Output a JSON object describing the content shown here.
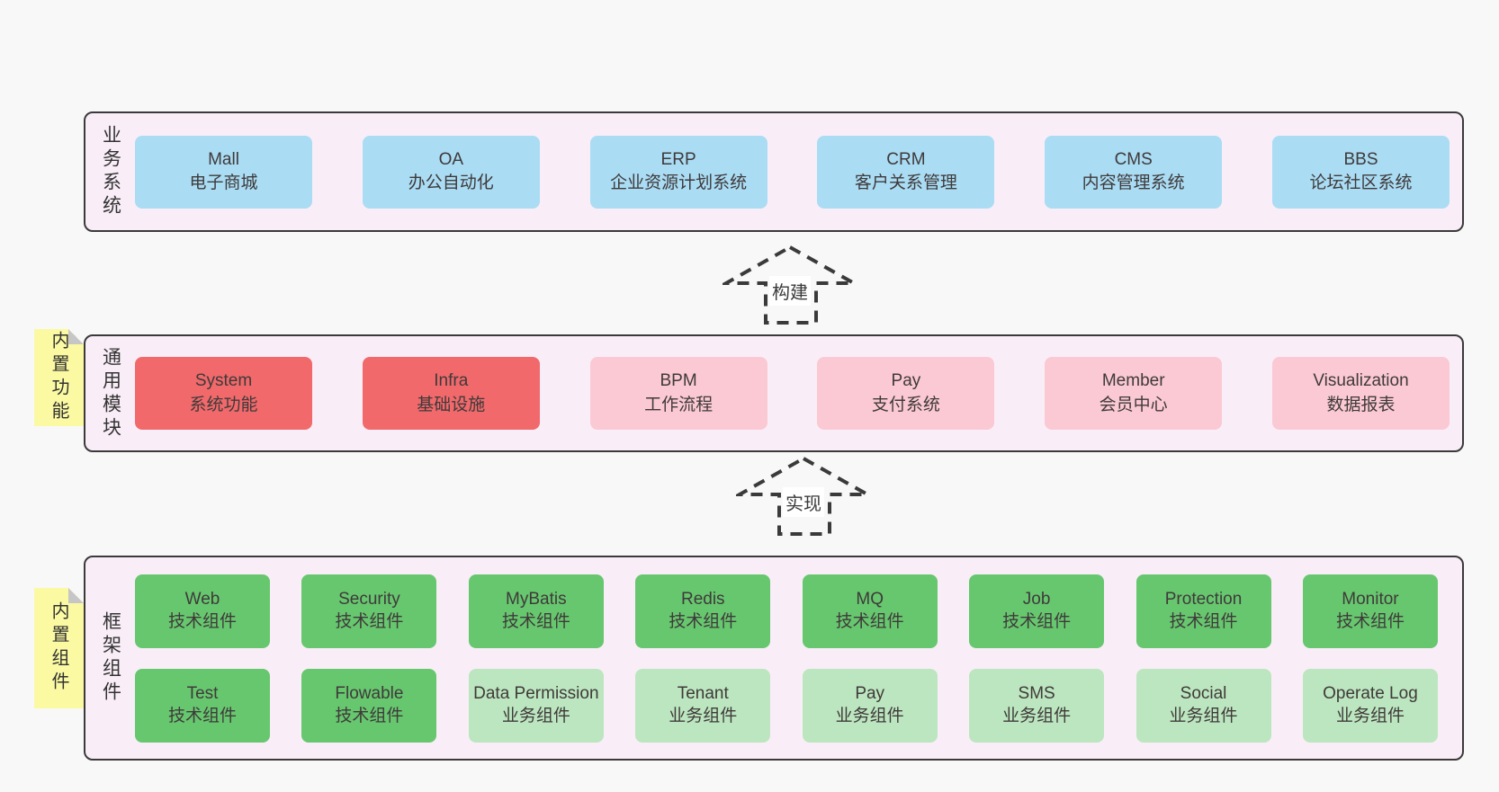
{
  "colors": {
    "page_background": "#f8f8f8",
    "band_background": "#f9eef7",
    "band_border": "#3a3a3a",
    "blue_box": "#aadcf4",
    "red_box": "#f1696b",
    "pink_box": "#fbc9d3",
    "dark_green_box": "#67c76f",
    "light_green_box": "#bce6bf",
    "note_yellow": "#fbfaa3",
    "fold_gray": "#c6c6c6",
    "arrow_label_background": "#ffffff",
    "text": "#3f3a3a"
  },
  "bands": [
    {
      "label": "业务系统",
      "boxes": [
        {
          "name": "Mall",
          "desc": "电子商城"
        },
        {
          "name": "OA",
          "desc": "办公自动化"
        },
        {
          "name": "ERP",
          "desc": "企业资源计划系统"
        },
        {
          "name": "CRM",
          "desc": "客户关系管理"
        },
        {
          "name": "CMS",
          "desc": "内容管理系统"
        },
        {
          "name": "BBS",
          "desc": "论坛社区系统"
        }
      ]
    },
    {
      "label": "通用模块",
      "boxes": [
        {
          "name": "System",
          "desc": "系统功能"
        },
        {
          "name": "Infra",
          "desc": "基础设施"
        },
        {
          "name": "BPM",
          "desc": "工作流程"
        },
        {
          "name": "Pay",
          "desc": "支付系统"
        },
        {
          "name": "Member",
          "desc": "会员中心"
        },
        {
          "name": "Visualization",
          "desc": "数据报表"
        }
      ]
    },
    {
      "label": "框架组件",
      "boxes": [
        {
          "name": "Web",
          "desc": "技术组件"
        },
        {
          "name": "Security",
          "desc": "技术组件"
        },
        {
          "name": "MyBatis",
          "desc": "技术组件"
        },
        {
          "name": "Redis",
          "desc": "技术组件"
        },
        {
          "name": "MQ",
          "desc": "技术组件"
        },
        {
          "name": "Job",
          "desc": "技术组件"
        },
        {
          "name": "Protection",
          "desc": "技术组件"
        },
        {
          "name": "Monitor",
          "desc": "技术组件"
        },
        {
          "name": "Test",
          "desc": "技术组件"
        },
        {
          "name": "Flowable",
          "desc": "技术组件"
        },
        {
          "name": "Data Permission",
          "desc": "业务组件"
        },
        {
          "name": "Tenant",
          "desc": "业务组件"
        },
        {
          "name": "Pay",
          "desc": "业务组件"
        },
        {
          "name": "SMS",
          "desc": "业务组件"
        },
        {
          "name": "Social",
          "desc": "业务组件"
        },
        {
          "name": "Operate Log",
          "desc": "业务组件"
        }
      ]
    }
  ],
  "arrows": [
    {
      "label": "构建"
    },
    {
      "label": "实现"
    }
  ],
  "notes": [
    {
      "label": "内置功能"
    },
    {
      "label": "内置组件"
    }
  ]
}
